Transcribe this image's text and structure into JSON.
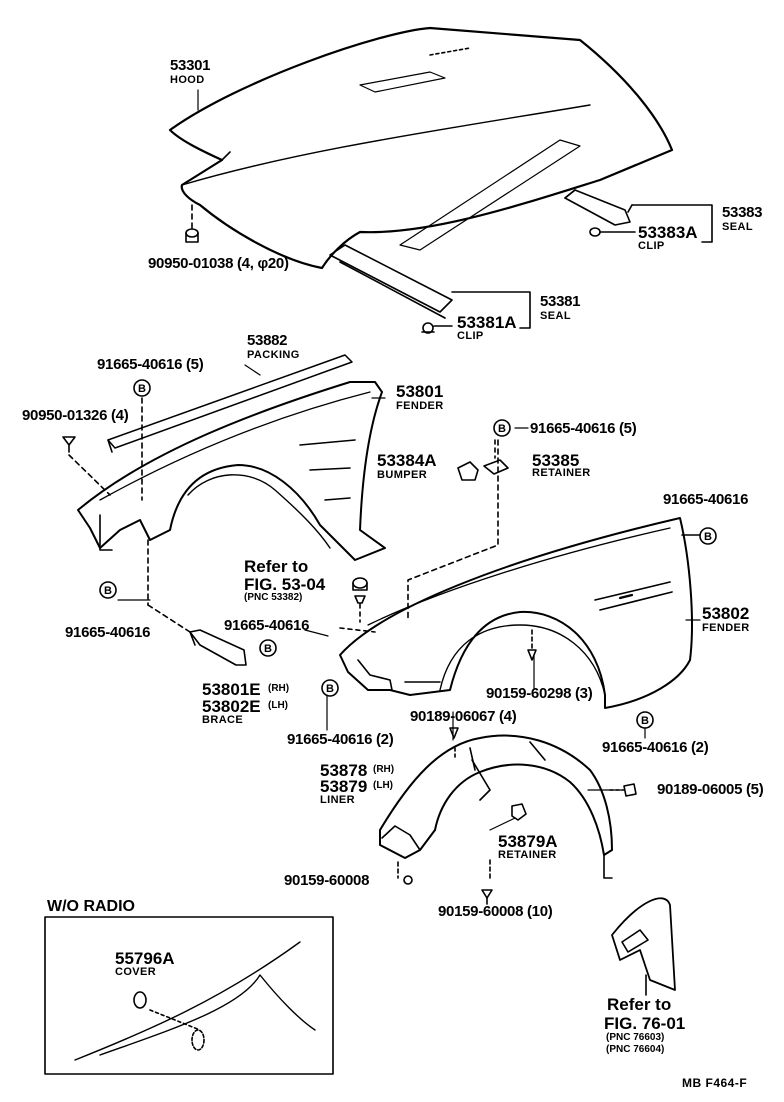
{
  "hood": {
    "num": "53301",
    "name": "HOOD"
  },
  "hood_bolt": "90950-01038 (4, φ20)",
  "seal_53383": {
    "num": "53383",
    "name": "SEAL"
  },
  "clip_53383a": {
    "num": "53383A",
    "name": "CLIP"
  },
  "seal_53381": {
    "num": "53381",
    "name": "SEAL"
  },
  "clip_53381a": {
    "num": "53381A",
    "name": "CLIP"
  },
  "packing": {
    "num": "53882",
    "name": "PACKING"
  },
  "bolt_5_top": "91665-40616 (5)",
  "clip_4": "90950-01326 (4)",
  "fender_rh": {
    "num": "53801",
    "name": "FENDER"
  },
  "bolt_5_right": "91665-40616 (5)",
  "bumper": {
    "num": "53384A",
    "name": "BUMPER"
  },
  "retainer_53385": {
    "num": "53385",
    "name": "RETAINER"
  },
  "bolt_right_edge": "91665-40616",
  "refer_top": {
    "line1": "Refer to",
    "line2": "FIG. 53-04",
    "line3": "(PNC 53382)"
  },
  "bolt_left": "91665-40616",
  "bolt_mid": "91665-40616",
  "brace": {
    "rh": "53801E",
    "rh_tag": "(RH)",
    "lh": "53802E",
    "lh_tag": "(LH)",
    "name": "BRACE"
  },
  "fender_lh": {
    "num": "53802",
    "name": "FENDER"
  },
  "screw_3": "90159-60298 (3)",
  "bolt_2_left": "91665-40616 (2)",
  "clip_90189_4": "90189-06067 (4)",
  "bolt_2_right": "91665-40616 (2)",
  "liner": {
    "rh": "53878",
    "rh_tag": "(RH)",
    "lh": "53879",
    "lh_tag": "(LH)",
    "name": "LINER"
  },
  "clip_90189_5": "90189-06005 (5)",
  "retainer_53879a": {
    "num": "53879A",
    "name": "RETAINER"
  },
  "screw_single": "90159-60008",
  "screw_10": "90159-60008 (10)",
  "wo_radio": "W/O RADIO",
  "cover": {
    "num": "55796A",
    "name": "COVER"
  },
  "refer_bottom": {
    "line1": "Refer to",
    "line2": "FIG. 76-01",
    "line3": "(PNC 76603)",
    "line4": "(PNC 76604)"
  },
  "footer": "MB  F464-F",
  "bolt_symbol": "B"
}
